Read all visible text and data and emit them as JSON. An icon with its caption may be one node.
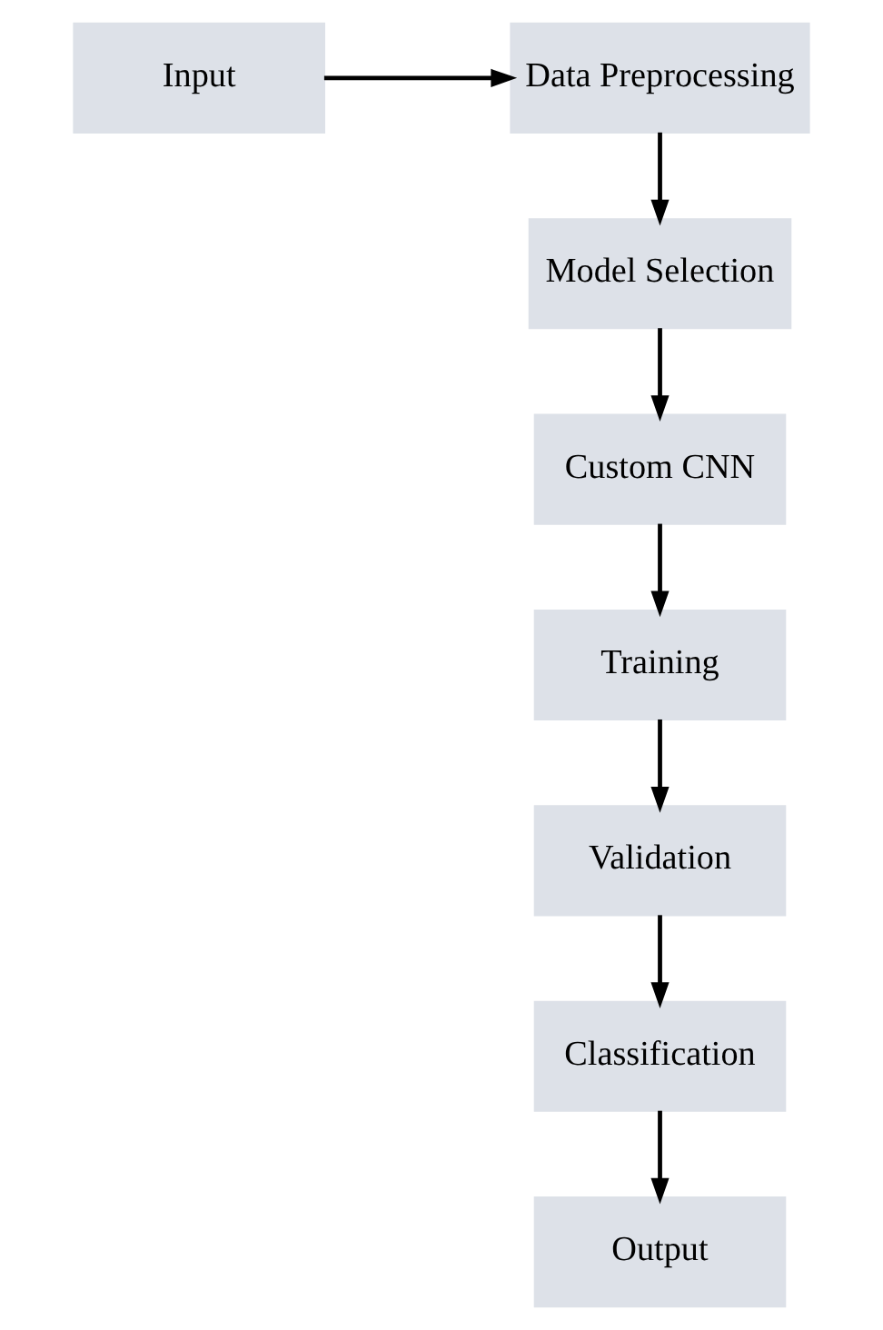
{
  "diagram": {
    "nodes": [
      {
        "text": [
          "Input"
        ]
      },
      {
        "text": [
          "Data Preprocessing"
        ]
      },
      {
        "text": [
          "Model Selection"
        ]
      },
      {
        "text": [
          "Custom CNN"
        ]
      },
      {
        "text": [
          "Training"
        ]
      },
      {
        "text": [
          "Validation"
        ]
      },
      {
        "text": [
          "Classification"
        ]
      },
      {
        "text": [
          "Output"
        ]
      }
    ],
    "edges": [
      {
        "from": 0,
        "to": 1,
        "arrow": "to"
      },
      {
        "from": 1,
        "to": 2,
        "arrow": "to"
      },
      {
        "from": 2,
        "to": 3,
        "arrow": "to"
      },
      {
        "from": 3,
        "to": 4,
        "arrow": "to"
      },
      {
        "from": 4,
        "to": 5,
        "arrow": "to"
      },
      {
        "from": 5,
        "to": 6,
        "arrow": "to"
      },
      {
        "from": 6,
        "to": 7,
        "arrow": "to"
      }
    ]
  }
}
